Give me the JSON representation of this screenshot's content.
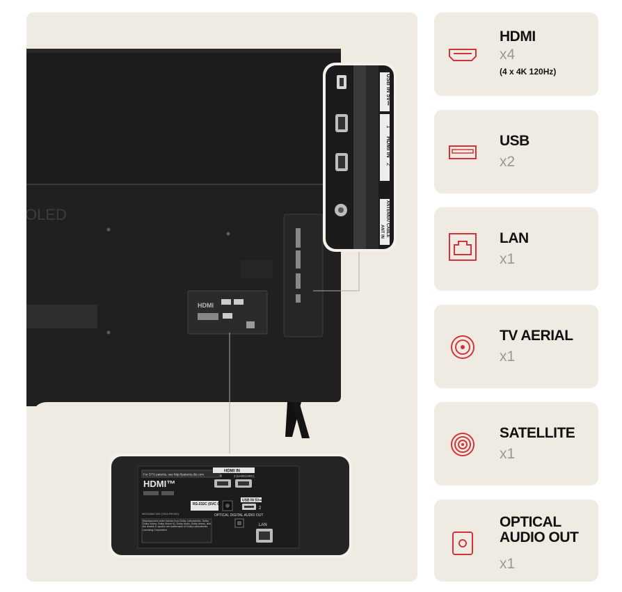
{
  "tv": {
    "logo": "OLED",
    "colors": {
      "panel_bg": "#efebe3",
      "tv_black": "#1a1a1a",
      "accent_red": "#d0343a",
      "muted_text": "#9a9794"
    },
    "top_panel": {
      "labels": [
        "USB IN 5V⎓",
        "HDMI IN",
        "1",
        "2",
        "ANTENNA/ CABLE",
        "ANT IN"
      ]
    },
    "bottom_panel": {
      "patent_note": "For DTS patents, see http://patents.dts.com",
      "hdmi_logo": "HDMI™",
      "hdmi_in_label": "HDMI IN",
      "hdmi_port_4": "4",
      "hdmi_port_3": "3 (eARC/ARC)",
      "rs232c_label": "RS-232C (SVC ONLY)",
      "usb_label": "USB IN 5V⎓",
      "usb_num": "2",
      "optical_label": "OPTICAL DIGITAL AUDIO OUT",
      "lan_label": "LAN",
      "model_code": "MEZ64567400 (2304-REV00)",
      "dolby_note": "Manufactured under license from Dolby Laboratories. Dolby, Dolby Vision, Dolby Vision IQ, Dolby Audio, Dolby Atmos, and the double-D symbol are trademarks of Dolby Laboratories Licensing Corporation."
    }
  },
  "ports": [
    {
      "title": "HDMI",
      "count": "x4",
      "note": "(4 x 4K 120Hz)",
      "icon": "hdmi-port-icon"
    },
    {
      "title": "USB",
      "count": "x2",
      "icon": "usb-port-icon"
    },
    {
      "title": "LAN",
      "count": "x1",
      "icon": "lan-port-icon"
    },
    {
      "title": "TV AERIAL",
      "count": "x1",
      "icon": "tv-aerial-icon"
    },
    {
      "title": "SATELLITE",
      "count": "x1",
      "icon": "satellite-icon"
    },
    {
      "title_line1": "OPTICAL",
      "title_line2": "AUDIO OUT",
      "count": "x1",
      "icon": "optical-audio-icon"
    }
  ]
}
